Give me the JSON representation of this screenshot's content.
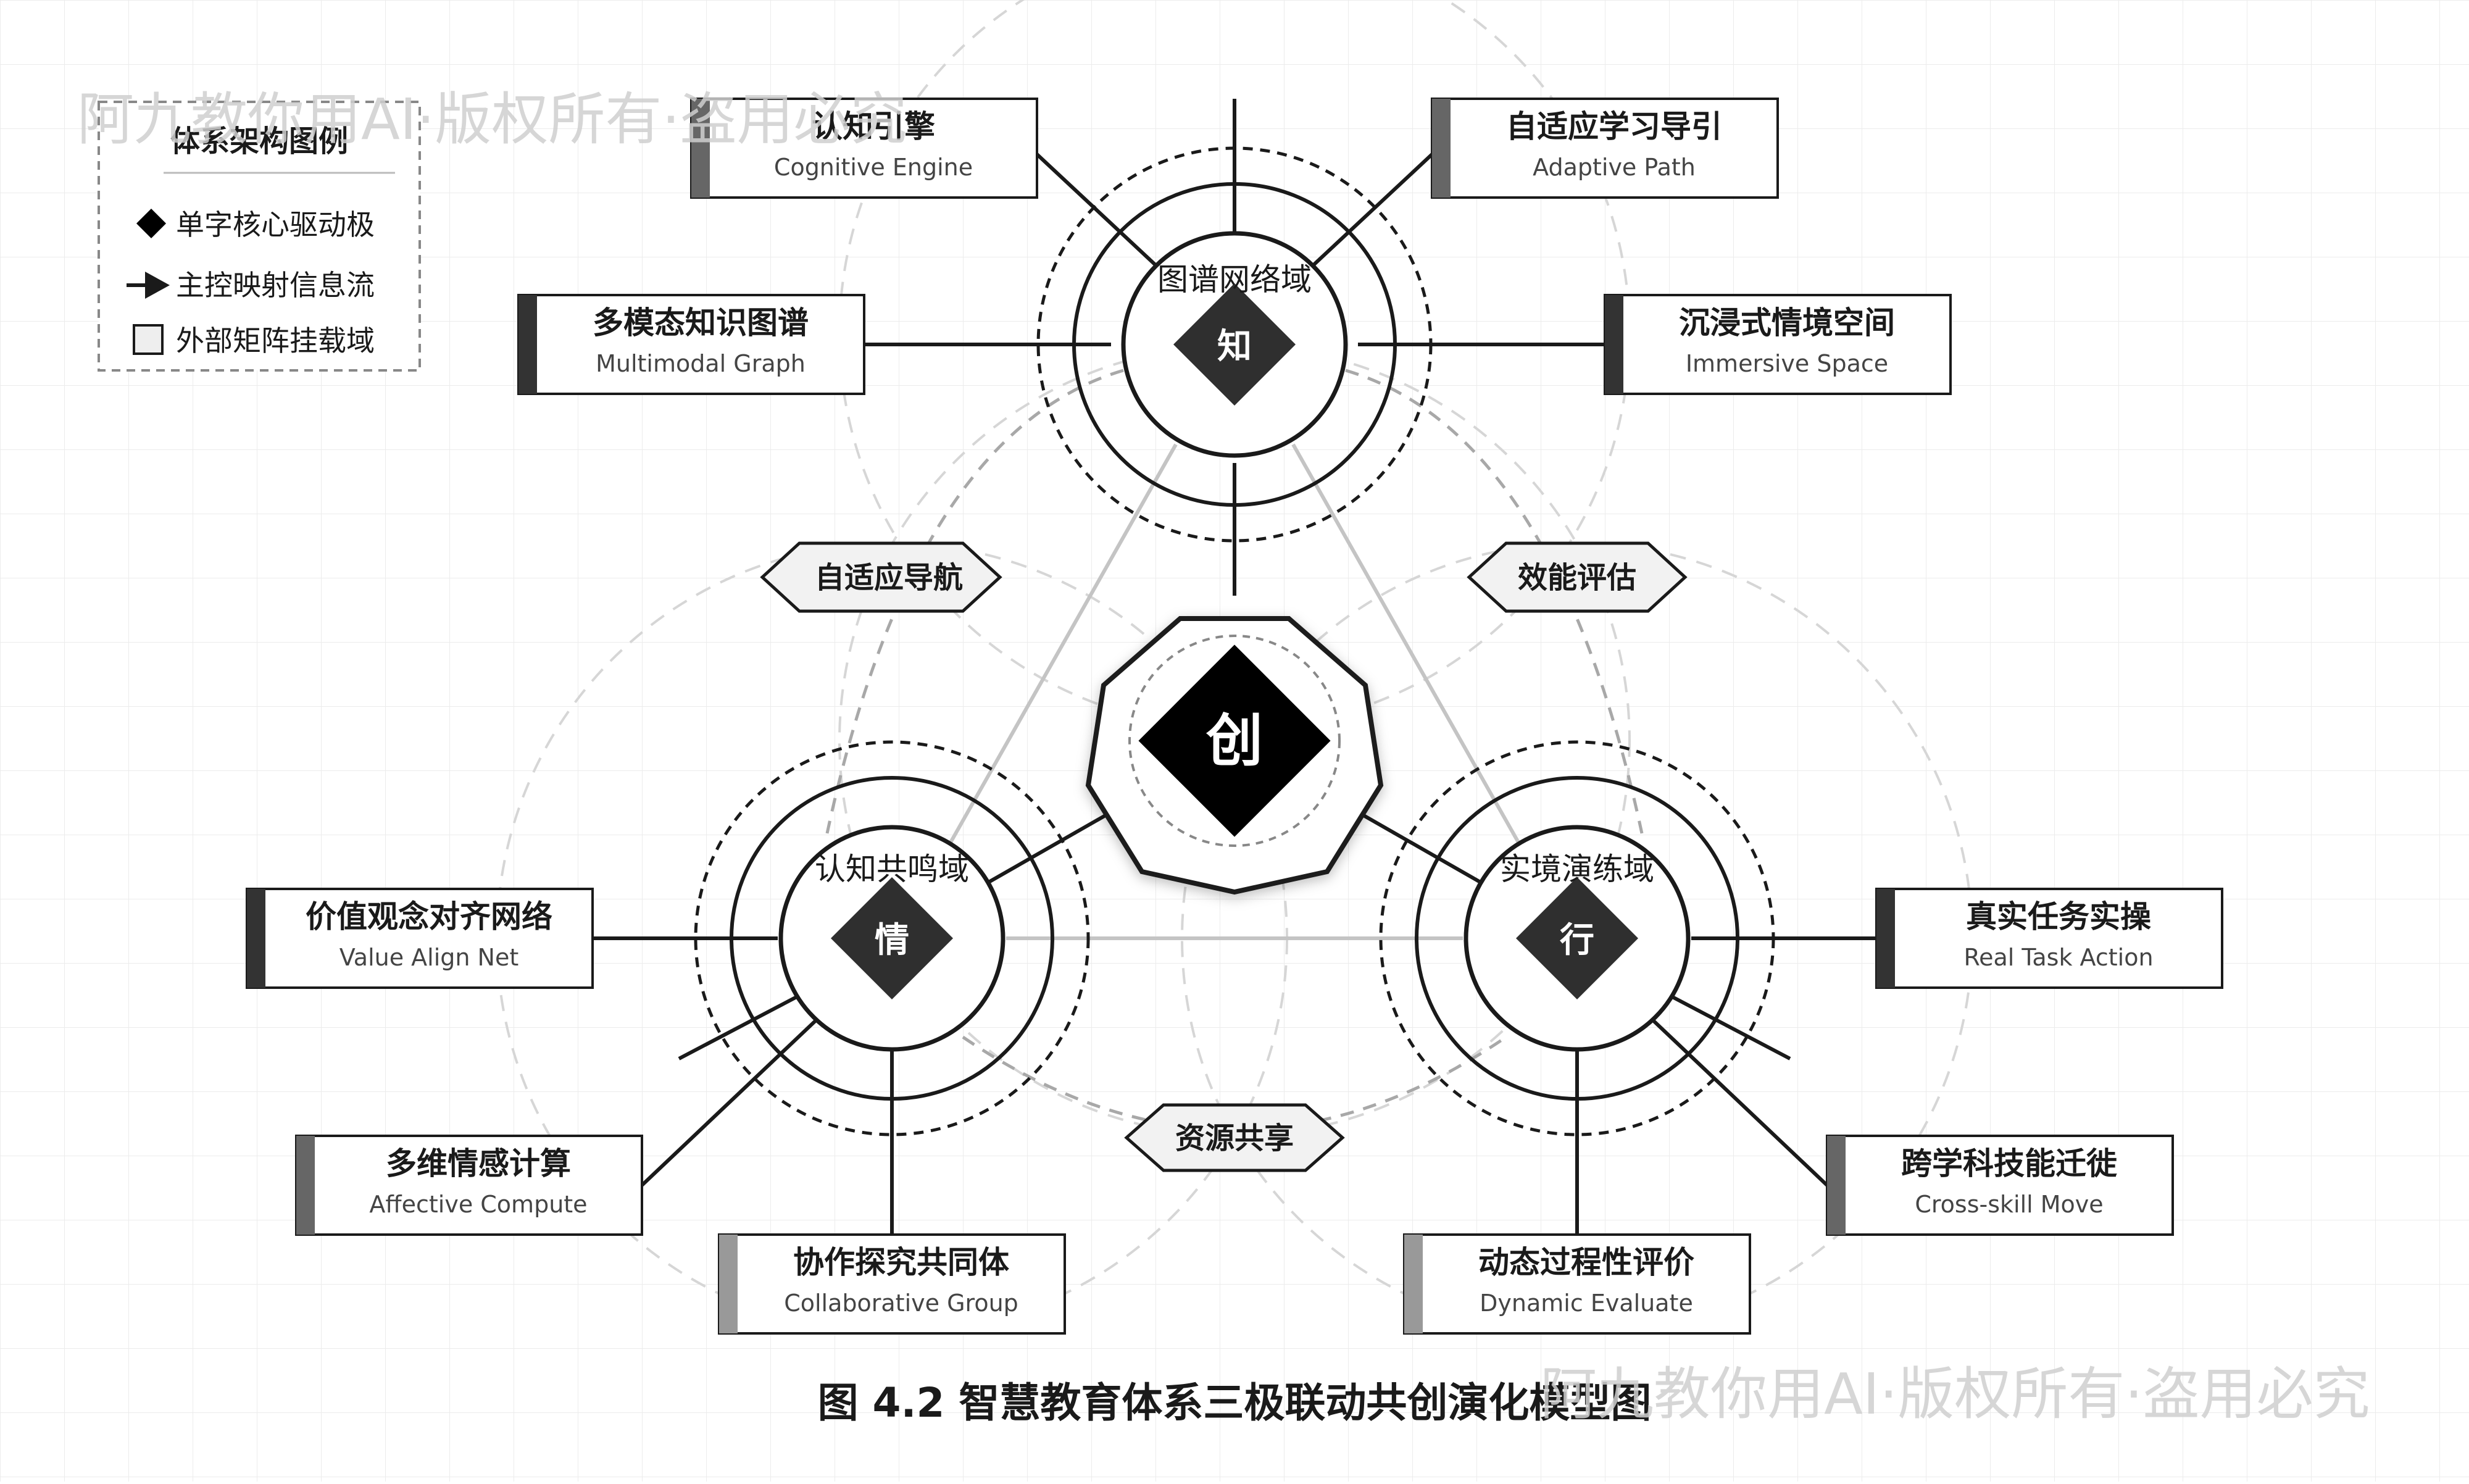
{
  "legend": {
    "title": "体系架构图例",
    "items": [
      "单字核心驱动极",
      "主控映射信息流",
      "外部矩阵挂载域"
    ]
  },
  "center": {
    "label": "创"
  },
  "poles": {
    "zhi": {
      "label": "知",
      "domain": "图谱网络域"
    },
    "qing": {
      "label": "情",
      "domain": "认知共鸣域"
    },
    "xing": {
      "label": "行",
      "domain": "实境演练域"
    }
  },
  "tags": {
    "left": "自适应导航",
    "right": "效能评估",
    "bottom": "资源共享"
  },
  "boxes": [
    {
      "title": "认知引擎",
      "subtitle": "Cognitive Engine"
    },
    {
      "title": "自适应学习导引",
      "subtitle": "Adaptive Path"
    },
    {
      "title": "多模态知识图谱",
      "subtitle": "Multimodal Graph"
    },
    {
      "title": "沉浸式情境空间",
      "subtitle": "Immersive Space"
    },
    {
      "title": "价值观念对齐网络",
      "subtitle": "Value Align Net"
    },
    {
      "title": "多维情感计算",
      "subtitle": "Affective Compute"
    },
    {
      "title": "协作探究共同体",
      "subtitle": "Collaborative Group"
    },
    {
      "title": "真实任务实操",
      "subtitle": "Real Task Action"
    },
    {
      "title": "跨学科技能迁徙",
      "subtitle": "Cross-skill Move"
    },
    {
      "title": "动态过程性评价",
      "subtitle": "Dynamic Evaluate"
    }
  ],
  "caption": "图 4.2 智慧教育体系三极联动共创演化模型图",
  "watermark": "阿九教你用AI·版权所有·盗用必究",
  "colors": {
    "ink": "#1a1a1a",
    "grid": "#eeeeee",
    "dash": "#c8c8c8",
    "fill_light": "#efefef",
    "bar_dark": "#333333",
    "bar_mid": "#666666",
    "bar_light": "#999999",
    "watermark": "#cfcfcf"
  }
}
